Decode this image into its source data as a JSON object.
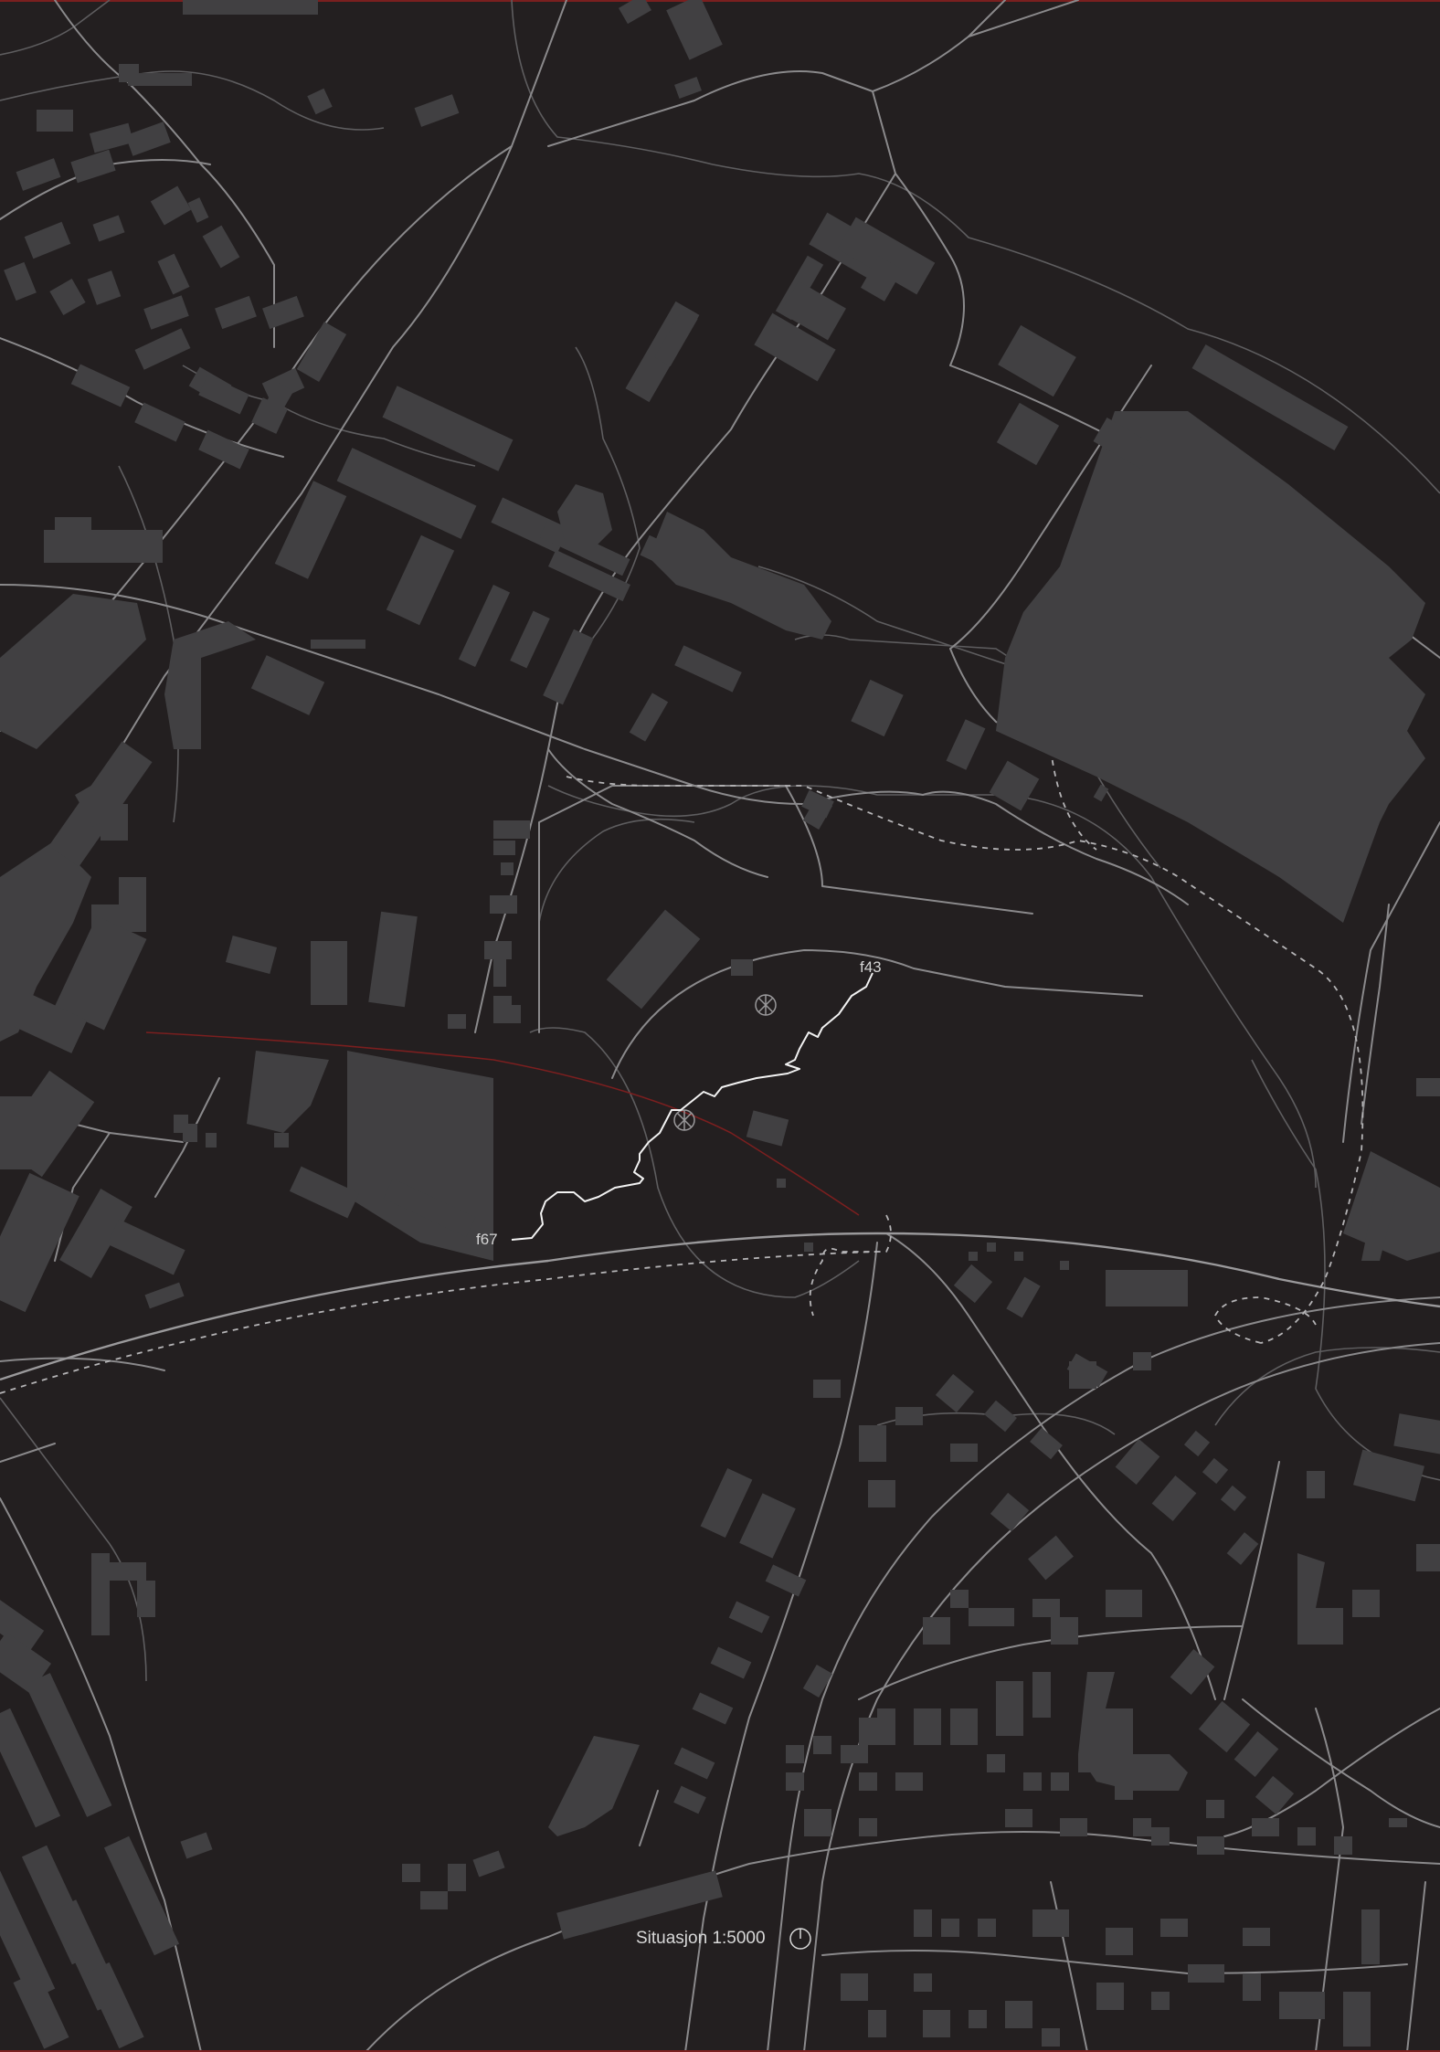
{
  "map": {
    "labels": {
      "start_label": "f43",
      "end_label": "f67"
    },
    "caption": "Situasjon 1:5000",
    "colors": {
      "background": "#231f20",
      "buildings": "#414042",
      "roads": "#8a898b",
      "route": "#f2f2f2",
      "railway": "#7a1f1f"
    },
    "north_arrow": "north-arrow-icon"
  }
}
